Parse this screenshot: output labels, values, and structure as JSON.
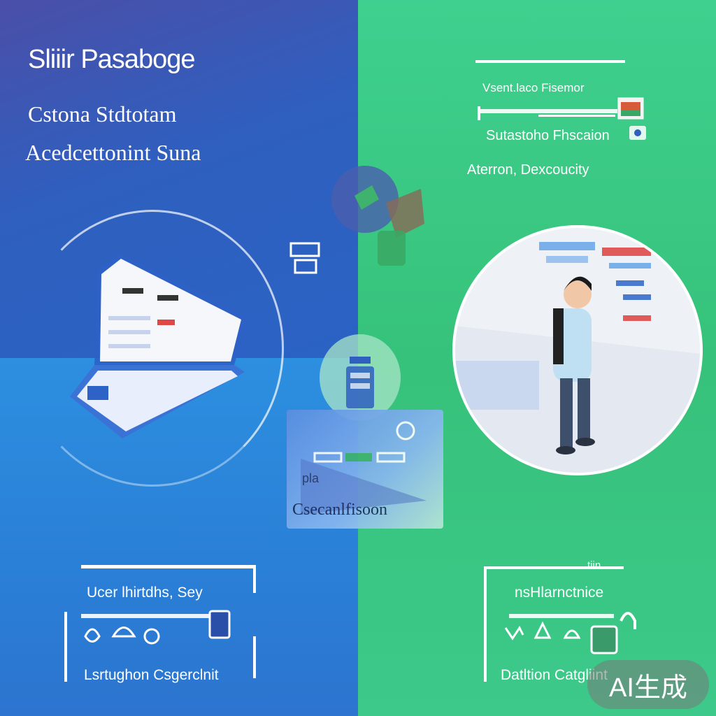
{
  "left": {
    "heading_1": "Sliiir Pasaboge",
    "heading_2": "Cstona Stdtotam",
    "heading_3": "Acedcettonint Suna",
    "bottom_title": "Ucer lhirtdhs, Sey",
    "bottom_caption": "Lsrtughon Csgerclnit"
  },
  "right": {
    "label_1": "Vsent.laco Fisemor",
    "label_2": "Sutastoho Fhscaion",
    "label_3": "Aterron, Dexcoucity",
    "bottom_kicker": "tiin",
    "bottom_title": "nsHlarnctnice",
    "bottom_caption": "Datltion Catgliint"
  },
  "center": {
    "screen_text_1": "pla",
    "screen_text_2": "Csecanlfisoon"
  },
  "badge": "AI生成",
  "colors": {
    "left_top": "#3456b5",
    "left_bottom": "#2c85dc",
    "right": "#3cc98a"
  }
}
